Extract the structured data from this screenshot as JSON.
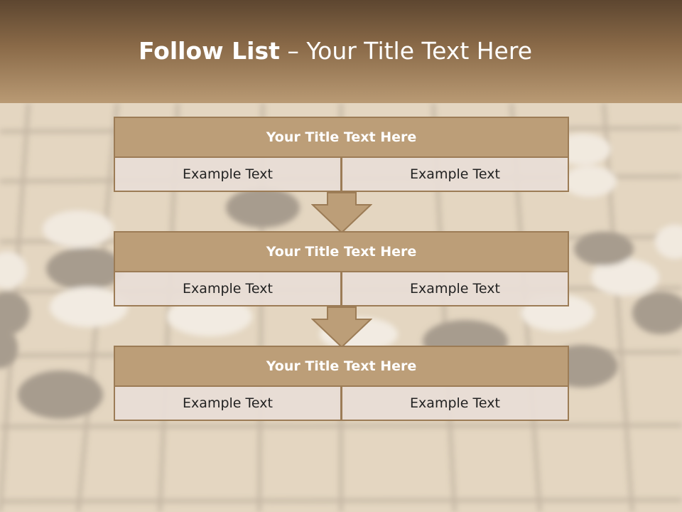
{
  "header": {
    "title_bold": "Follow List",
    "title_rest": "– Your Title Text Here"
  },
  "blocks": [
    {
      "title": "Your Title Text Here",
      "left": "Example Text",
      "right": "Example Text"
    },
    {
      "title": "Your Title Text Here",
      "left": "Example Text",
      "right": "Example Text"
    },
    {
      "title": "Your Title Text Here",
      "left": "Example Text",
      "right": "Example Text"
    }
  ],
  "colors": {
    "header_dark": "#5d4630",
    "header_light": "#b99a74",
    "box_title": "#bc9e78",
    "box_border": "#9c7c56",
    "cell_fill": "#e8ded6"
  }
}
